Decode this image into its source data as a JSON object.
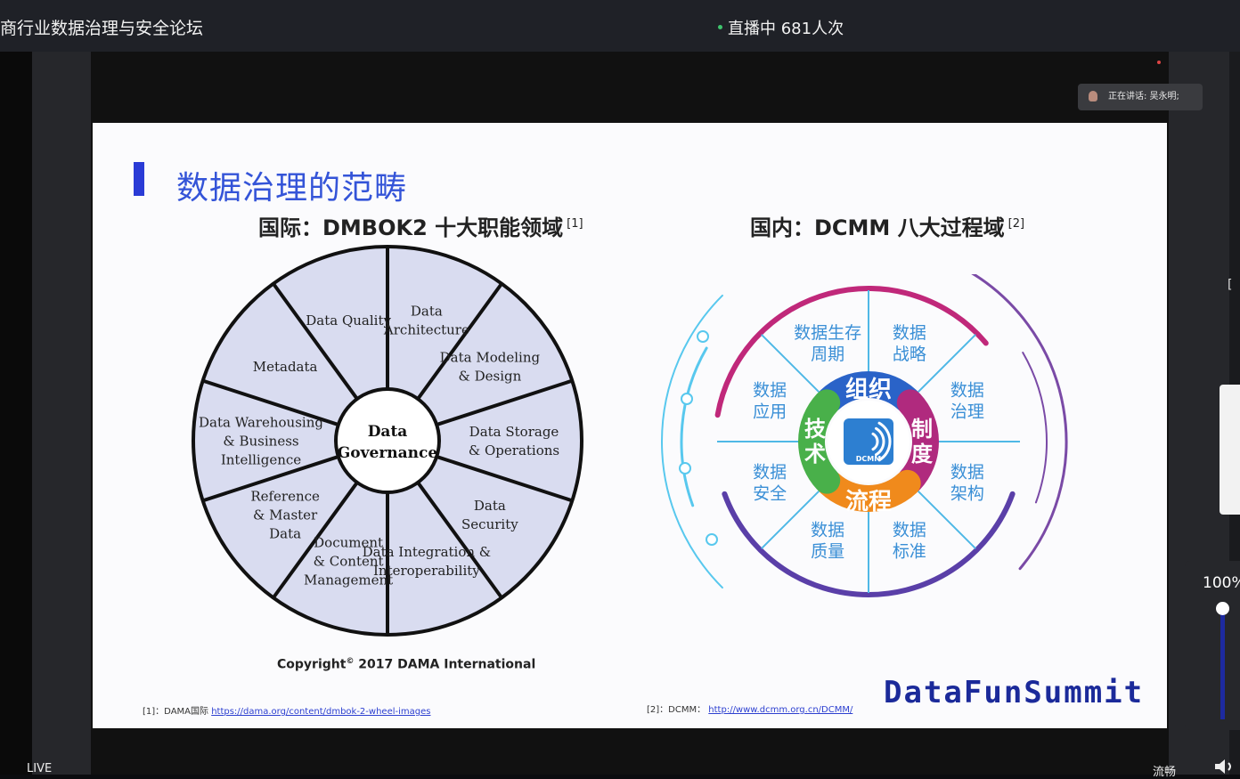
{
  "window": {
    "title": "商行业数据治理与安全论坛",
    "live_status": "直播中 681人次"
  },
  "speaker_badge": {
    "text": "正在讲话: 吴永明;"
  },
  "slide": {
    "title": "数据治理的范畴",
    "left_subtitle": "国际：DMBOK2 十大职能领域",
    "left_ref_mark": "[1]",
    "right_subtitle": "国内：DCMM 八大过程域",
    "right_ref_mark": "[2]",
    "wheel_center": [
      "Data",
      "Governance"
    ],
    "wheel_segments": [
      {
        "lines": [
          "Data",
          "Architecture"
        ]
      },
      {
        "lines": [
          "Data Modeling",
          "& Design"
        ]
      },
      {
        "lines": [
          "Data Storage",
          "& Operations"
        ]
      },
      {
        "lines": [
          "Data",
          "Security"
        ]
      },
      {
        "lines": [
          "Data Integration &",
          "Interoperability"
        ]
      },
      {
        "lines": [
          "Document",
          "& Content",
          "Management"
        ]
      },
      {
        "lines": [
          "Reference",
          "& Master",
          "Data"
        ]
      },
      {
        "lines": [
          "Data Warehousing",
          "& Business",
          "Intelligence"
        ]
      },
      {
        "lines": [
          "Metadata"
        ]
      },
      {
        "lines": [
          "Data Quality"
        ]
      }
    ],
    "copyright": "Copyright",
    "copyright_sup": "©",
    "copyright_rest": " 2017 DAMA International",
    "dcmm_inner": {
      "top": "组织",
      "right": "制度",
      "bottom": "流程",
      "left": "技术",
      "logo": "DCMM"
    },
    "dcmm_segments": [
      {
        "lines": [
          "数据",
          "战略"
        ]
      },
      {
        "lines": [
          "数据",
          "治理"
        ]
      },
      {
        "lines": [
          "数据",
          "架构"
        ]
      },
      {
        "lines": [
          "数据",
          "标准"
        ]
      },
      {
        "lines": [
          "数据",
          "质量"
        ]
      },
      {
        "lines": [
          "数据",
          "安全"
        ]
      },
      {
        "lines": [
          "数据",
          "应用"
        ]
      },
      {
        "lines": [
          "数据生存",
          "周期"
        ]
      }
    ],
    "ref1_label": "[1]：DAMA国际",
    "ref1_link": "https://dama.org/content/dmbok-2-wheel-images",
    "ref2_label": "[2]：DCMM：",
    "ref2_link": "http://www.dcmm.org.cn/DCMM/",
    "brand": "DataFunSummit",
    "colors": {
      "title": "#3454d8",
      "wheel_fill": "#d9dcf0",
      "brand": "#1b2a9a"
    }
  },
  "player": {
    "volume": "100%",
    "volume_level": 1.0,
    "live_label": "LIVE",
    "quality_label": "流畅"
  }
}
